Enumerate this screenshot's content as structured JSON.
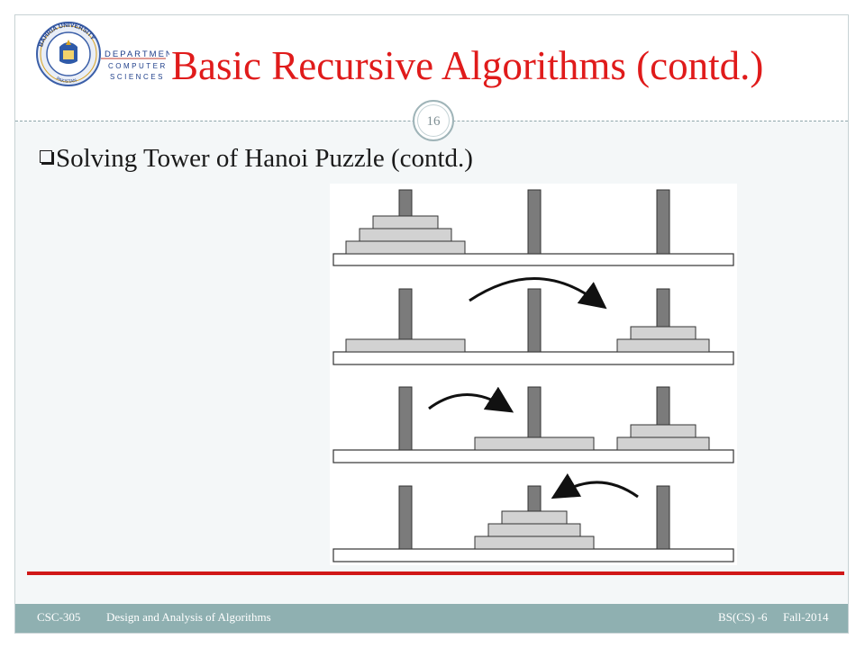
{
  "header": {
    "title": "Basic Recursive Algorithms (contd.)",
    "page_number": "16",
    "logo": {
      "university": "BAHRIA UNIVERSITY",
      "country": "PAKISTAN",
      "department_lines": [
        "DEPARTMENT OF",
        "COMPUTER",
        "SCIENCES"
      ]
    }
  },
  "body": {
    "bullet": "Solving Tower of Hanoi Puzzle (contd.)"
  },
  "figure": {
    "description_icon": "tower-of-hanoi-steps",
    "colors": {
      "peg": "#7b7b7b",
      "disk": "#d2d2d2",
      "base": "#ffffff",
      "outline": "#333333"
    }
  },
  "footer": {
    "course_code": "CSC-305",
    "course_name": "Design and Analysis of Algorithms",
    "program": "BS(CS) -6",
    "term": "Fall-2014"
  },
  "colors": {
    "title": "#e01b1b",
    "rule": "#d01818",
    "footer_bg": "#8fb0b1"
  }
}
